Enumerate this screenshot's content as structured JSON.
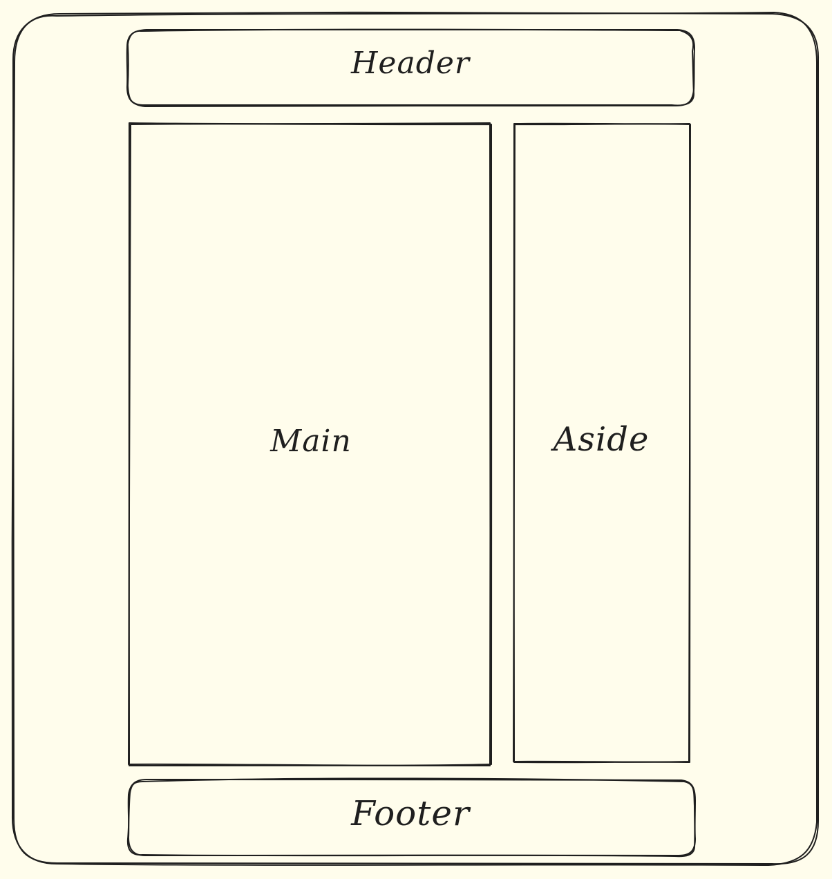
{
  "diagram": {
    "regions": {
      "header": {
        "label": "Header"
      },
      "main": {
        "label": "Main"
      },
      "aside": {
        "label": "Aside"
      },
      "footer": {
        "label": "Footer"
      }
    }
  },
  "colors": {
    "background": "#fffdec",
    "stroke": "#1f1f1f"
  }
}
